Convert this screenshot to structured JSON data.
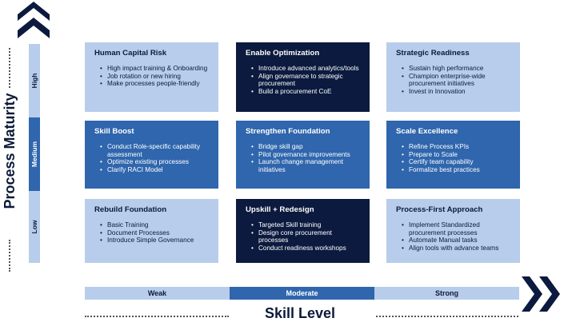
{
  "y_axis": {
    "title": "Process Maturity",
    "levels": [
      "High",
      "Medium",
      "Low"
    ]
  },
  "x_axis": {
    "title": "Skill Level",
    "levels": [
      "Weak",
      "Moderate",
      "Strong"
    ]
  },
  "grid": [
    [
      {
        "title": "Human Capital Risk",
        "items": [
          "High impact training & Onboarding",
          "Job rotation or new hiring",
          "Make processes people-friendly"
        ]
      },
      {
        "title": "Enable Optimization",
        "items": [
          "Introduce advanced analytics/tools",
          "Align governance to strategic procurement",
          "Build a procurement CoE"
        ]
      },
      {
        "title": "Strategic Readiness",
        "items": [
          "Sustain high performance",
          "Champion enterprise-wide procurement initiatives",
          "Invest in Innovation"
        ]
      }
    ],
    [
      {
        "title": "Skill Boost",
        "items": [
          "Conduct Role-specific capability assessment",
          "Optimize existing processes",
          "Clarify RACI Model"
        ]
      },
      {
        "title": "Strengthen Foundation",
        "items": [
          "Bridge skill gap",
          "Pilot governance improvements",
          "Launch change management initiatives"
        ]
      },
      {
        "title": "Scale Excellence",
        "items": [
          "Refine Process KPIs",
          "Prepare to Scale",
          "Certify team capability",
          "Formalize best practices"
        ]
      }
    ],
    [
      {
        "title": "Rebuild Foundation",
        "items": [
          "Basic Training",
          "Document Processes",
          "Introduce Simple Governance"
        ]
      },
      {
        "title": "Upskill + Redesign",
        "items": [
          "Targeted Skill training",
          "Design core procurement processes",
          "Conduct readiness workshops"
        ]
      },
      {
        "title": "Process-First Approach",
        "items": [
          "Implement Standardized procurement processes",
          "Automate Manual tasks",
          "Align tools with advance teams"
        ]
      }
    ]
  ],
  "colors": {
    "light": "#b7cdeb",
    "medium": "#2f66ad",
    "dark": "#0b1a3e"
  },
  "icons": {
    "y_axis_arrow": "double-chevron-up-icon",
    "x_axis_arrow": "double-chevron-right-icon"
  }
}
